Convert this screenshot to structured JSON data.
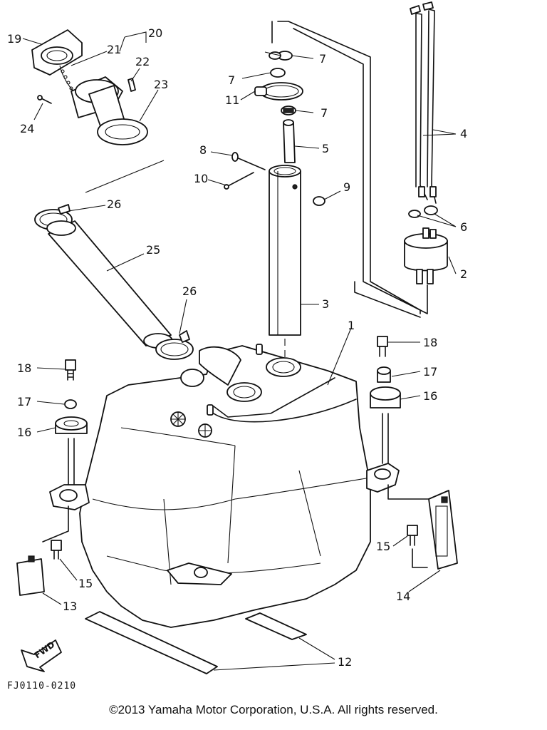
{
  "diagram": {
    "figure_code": "FJ0110-0210",
    "fwd_label": "FWD",
    "copyright": "©2013 Yamaha Motor Corporation, U.S.A. All rights reserved.",
    "callouts": {
      "c1": "1",
      "c2": "2",
      "c3": "3",
      "c4": "4",
      "c5": "5",
      "c6": "6",
      "c7a": "7",
      "c7b": "7",
      "c7c": "7",
      "c8": "8",
      "c9": "9",
      "c10": "10",
      "c11": "11",
      "c12": "12",
      "c13": "13",
      "c14": "14",
      "c15a": "15",
      "c15b": "15",
      "c16a": "16",
      "c16b": "16",
      "c17a": "17",
      "c17b": "17",
      "c18a": "18",
      "c18b": "18",
      "c19": "19",
      "c20": "20",
      "c21": "21",
      "c22": "22",
      "c23": "23",
      "c24": "24",
      "c25": "25",
      "c26a": "26",
      "c26b": "26"
    }
  }
}
